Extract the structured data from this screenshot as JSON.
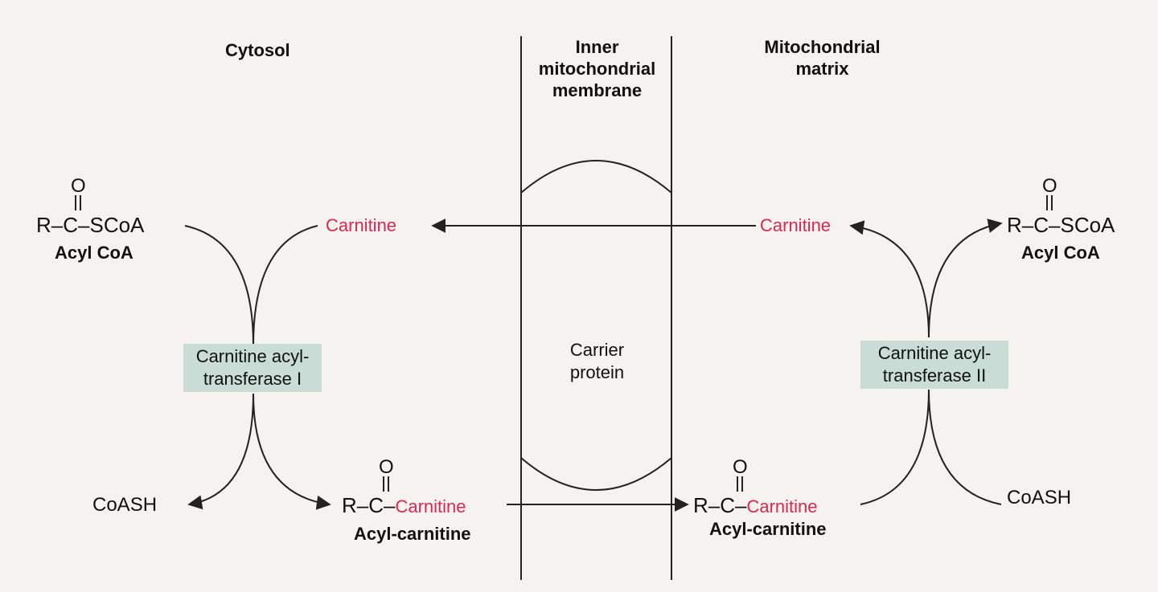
{
  "labels": {
    "cytosol": "Cytosol",
    "inner_membrane_1": "Inner",
    "inner_membrane_2": "mitochondrial",
    "inner_membrane_3": "membrane",
    "matrix_1": "Mitochondrial",
    "matrix_2": "matrix",
    "carrier_1": "Carrier",
    "carrier_2": "protein"
  },
  "left": {
    "acyl_coa_o": "O",
    "acyl_coa_formula": "R–C–SCoA",
    "acyl_coa_name": "Acyl CoA",
    "carnitine": "Carnitine",
    "enzyme_line1": "Carnitine acyl-",
    "enzyme_line2": "transferase I",
    "coash": "CoASH",
    "acylcarnitine_o": "O",
    "acylcarnitine_prefix": "R–C–",
    "acylcarnitine_suffix": "Carnitine",
    "acylcarnitine_name": "Acyl-carnitine"
  },
  "right": {
    "carnitine": "Carnitine",
    "acyl_coa_o": "O",
    "acyl_coa_formula": "R–C–SCoA",
    "acyl_coa_name": "Acyl CoA",
    "enzyme_line1": "Carnitine acyl-",
    "enzyme_line2": "transferase II",
    "coash": "CoASH",
    "acylcarnitine_o": "O",
    "acylcarnitine_prefix": "R–C–",
    "acylcarnitine_suffix": "Carnitine",
    "acylcarnitine_name": "Acyl-carnitine"
  },
  "colors": {
    "highlight": "#d9294e",
    "enzyme_box": "#c9dcd5",
    "text": "#111111"
  }
}
